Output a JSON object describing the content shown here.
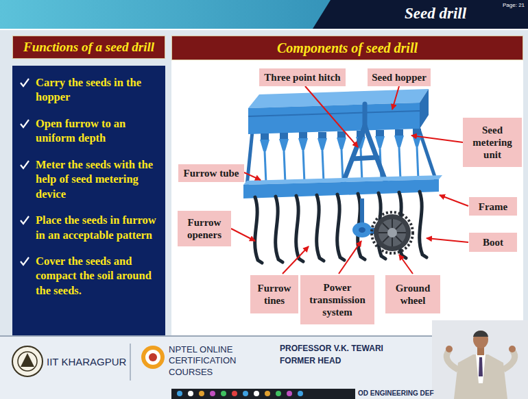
{
  "diagram": {
    "title": "Seed drill",
    "nodes": [
      {
        "text": [
          "Functions of a seed drill"
        ]
      },
      {
        "text": [
          "Carry the seeds in the hopper",
          "Open furrow to an uniform depth",
          "Meter the seeds with the help of seed metering device",
          "Place the seeds in furrow in an acceptable pattern",
          "Cover the seeds and compact the soil around the seeds."
        ]
      },
      {
        "text": [
          "Components of seed drill"
        ]
      },
      {
        "text": [
          "Three point hitch"
        ]
      },
      {
        "text": [
          "Seed hopper"
        ]
      },
      {
        "text": [
          "Seed metering unit"
        ]
      },
      {
        "text": [
          "Furrow tube"
        ]
      },
      {
        "text": [
          "Frame"
        ]
      },
      {
        "text": [
          "Furrow openers"
        ]
      },
      {
        "text": [
          "Boot"
        ]
      },
      {
        "text": [
          "Furrow tines"
        ]
      },
      {
        "text": [
          "Power transmission system"
        ]
      },
      {
        "text": [
          "Ground wheel"
        ]
      }
    ],
    "labels": [
      "Page: 21",
      "IIT KHARAGPUR",
      "NPTEL ONLINE CERTIFICATION COURSES",
      "PROFESSOR V.K. TEWARI",
      "FORMER HEAD",
      "OD ENGINEERING DEF"
    ]
  }
}
